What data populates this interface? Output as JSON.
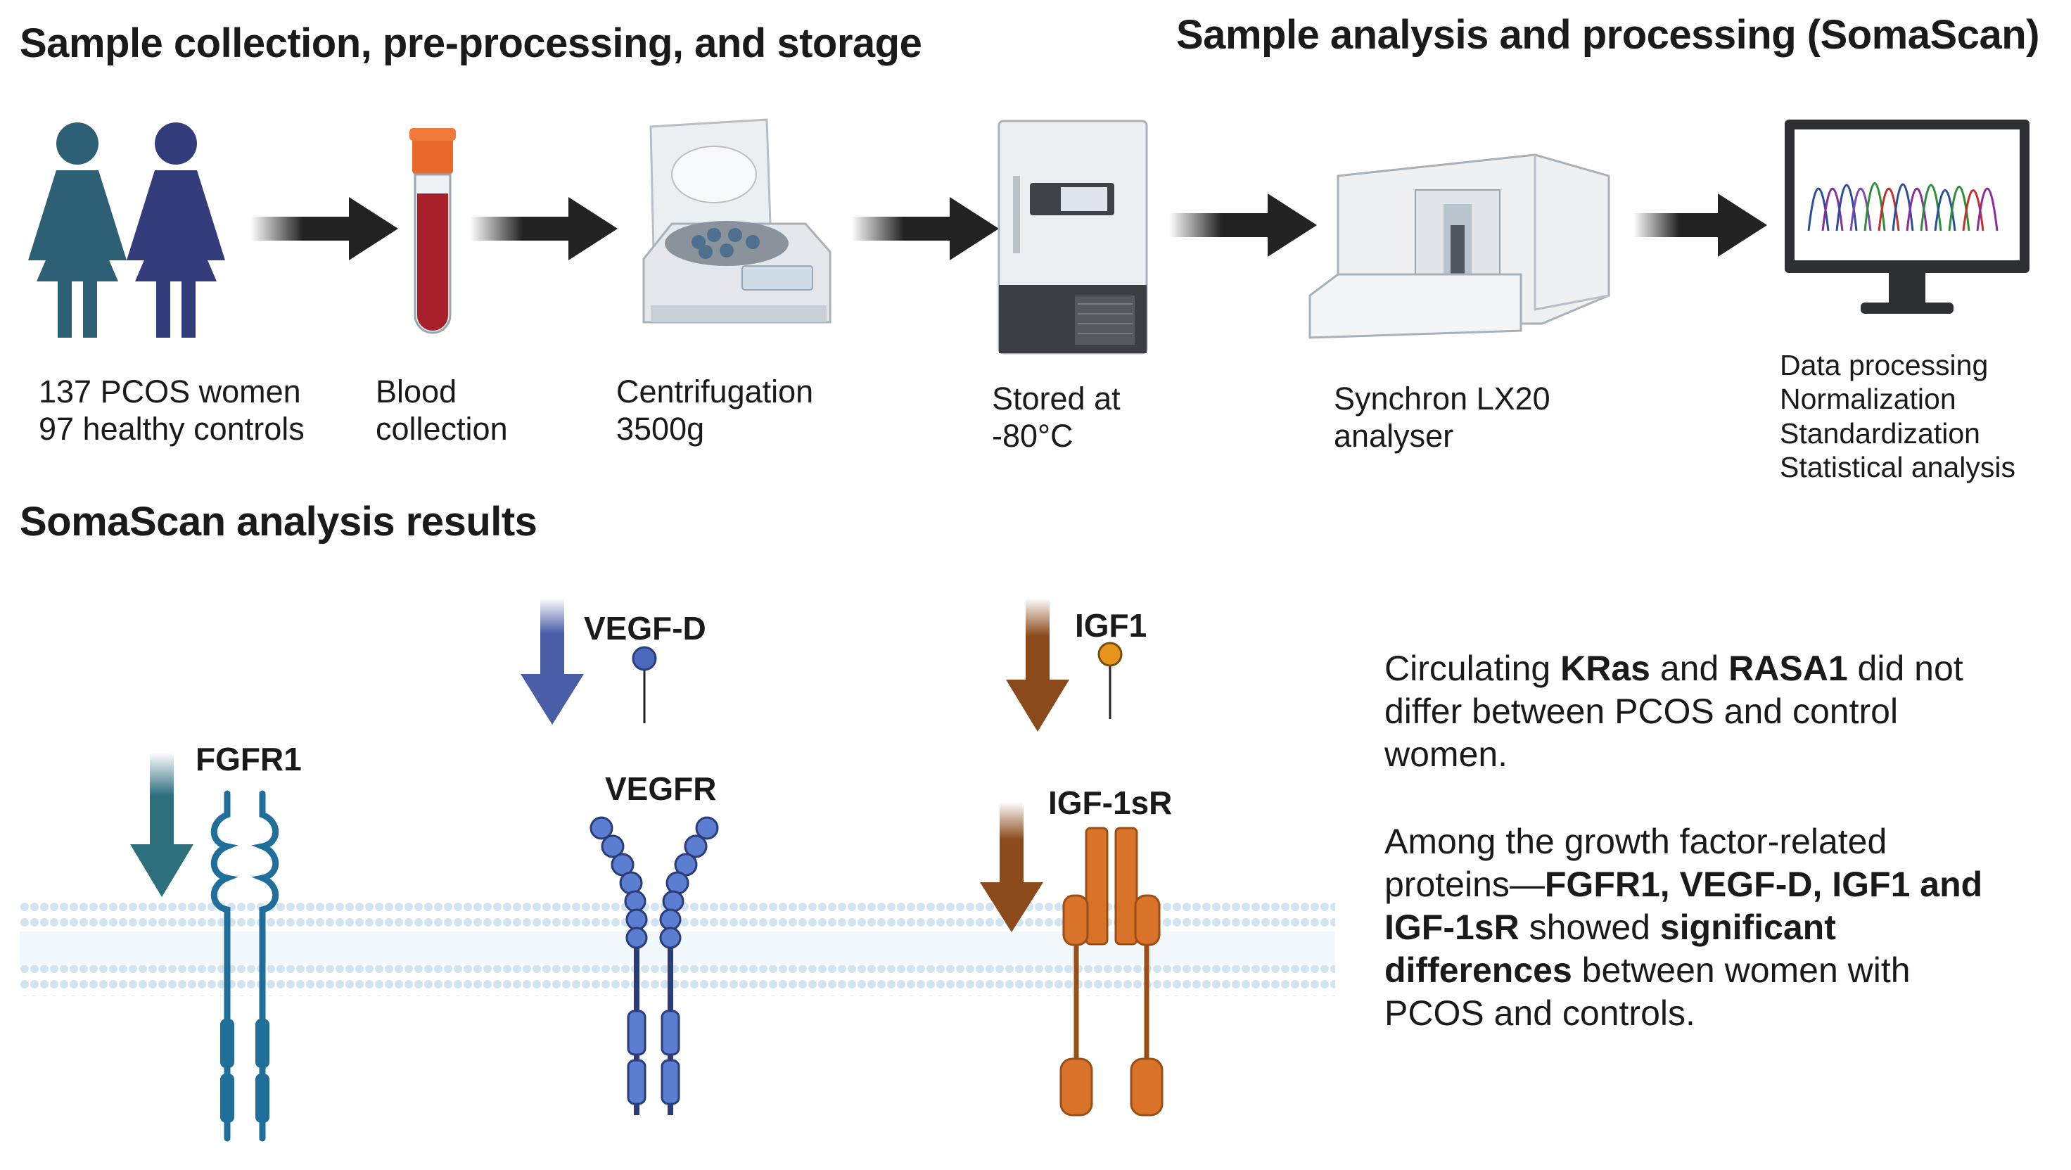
{
  "headings": {
    "collection": "Sample collection, pre-processing, and storage",
    "analysis": "Sample analysis and processing (SomaScan)",
    "results": "SomaScan analysis results"
  },
  "workflow": {
    "participants": [
      "137 PCOS women",
      "97 healthy controls"
    ],
    "blood": [
      "Blood",
      "collection"
    ],
    "centrifugation": [
      "Centrifugation",
      "3500g"
    ],
    "storage": [
      "Stored at",
      "-80°C"
    ],
    "analyser": [
      "Synchron LX20",
      "analyser"
    ],
    "data": [
      "Data processing",
      "Normalization",
      "Standardization",
      "Statistical analysis"
    ]
  },
  "results": {
    "fgfr1": "FGFR1",
    "vegfd": "VEGF-D",
    "vegfr": "VEGFR",
    "igf1": "IGF1",
    "igf1sr": "IGF-1sR"
  },
  "paragraph1": {
    "t1": "Circulating ",
    "b1": "KRas",
    "t2": " and ",
    "b2": "RASA1",
    "t3": " did not differ between PCOS and control women."
  },
  "paragraph2": {
    "t1": "Among the growth factor-related proteins—",
    "b1": "FGFR1, VEGF-D, IGF1 and IGF-1sR",
    "t2": " showed ",
    "b2": "significant differences",
    "t3": " between women with PCOS and controls."
  },
  "colors": {
    "fgfr1": "#1f6f9a",
    "vegfr": "#4a6bbd",
    "igf": "#d9732a",
    "arrow_teal": "#2e6f7d",
    "arrow_blue": "#4a5ea8",
    "arrow_brown": "#8b4a1c",
    "woman1": "#2d6075",
    "woman2": "#343d7c",
    "membrane": "#cfe2f0"
  }
}
